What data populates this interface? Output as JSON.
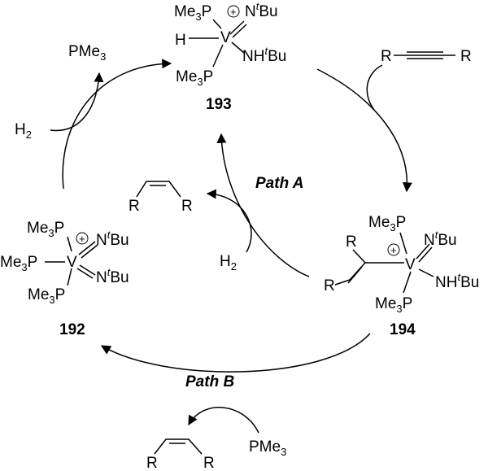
{
  "labels": {
    "me3": "Me",
    "sub3": "3",
    "p": "P",
    "n": "N",
    "t": "t",
    "bu": "Bu",
    "nh": "NH",
    "v": "V",
    "h": "H",
    "r": "R",
    "h2_h": "H",
    "h2_sub": "2",
    "pme": "PMe",
    "plus": "+"
  },
  "compounds": {
    "c192": "192",
    "c193": "193",
    "c194": "194"
  },
  "paths": {
    "a": "Path A",
    "b": "Path B"
  }
}
